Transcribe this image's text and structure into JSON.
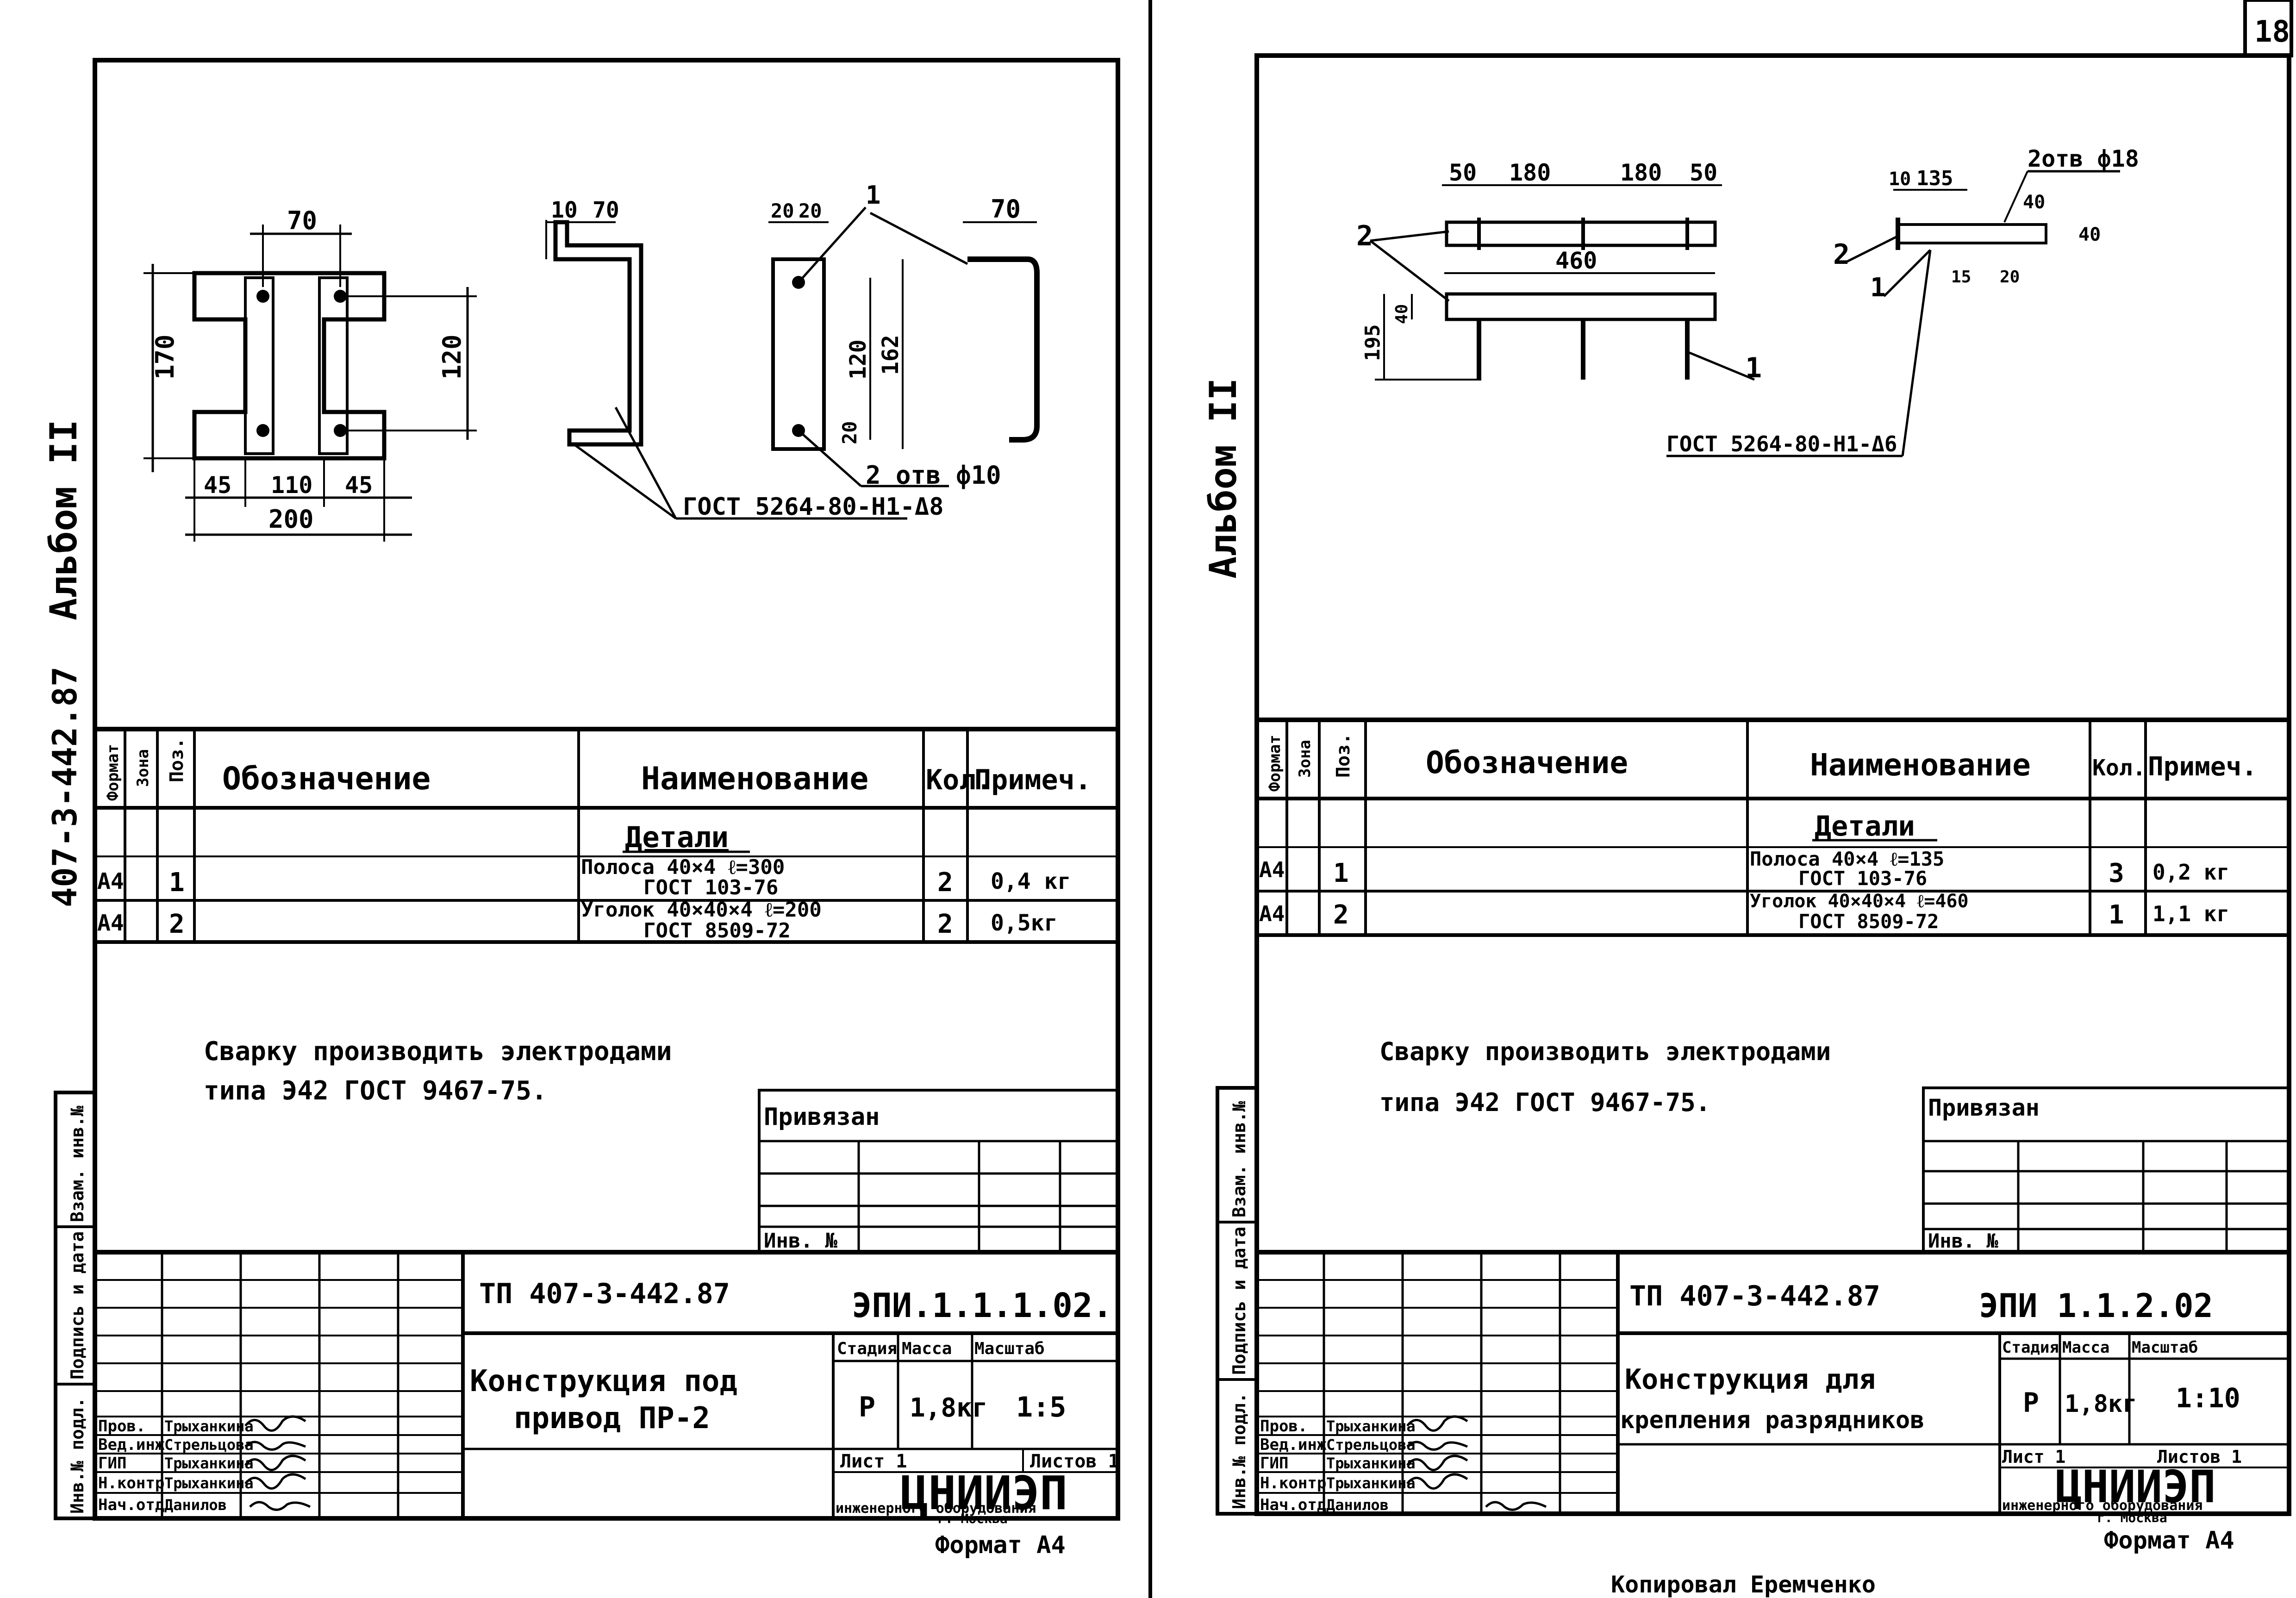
{
  "left_sheet": {
    "album_side": "Альбом II",
    "doc_side": "407-3-442.87",
    "dims": {
      "d70a": "70",
      "d170": "170",
      "d120": "120",
      "d45a": "45",
      "d110": "110",
      "d45b": "45",
      "d200": "200",
      "d10a": "10",
      "d70b": "70",
      "d20a": "20",
      "d20b": "20",
      "d120b": "120",
      "d162": "162",
      "d20c": "20",
      "d70c": "70",
      "pos1": "1"
    },
    "holes": "2 отв ф10",
    "gost_leader": "ГОСТ 5264-80-Н1-Δ8",
    "spec": {
      "hdr_format": "Формат",
      "hdr_zone": "Зона",
      "hdr_pos": "Поз.",
      "hdr_designation": "Обозначение",
      "hdr_name": "Наименование",
      "hdr_qty": "Кол.",
      "hdr_note": "Примеч.",
      "section": "Детали",
      "rows": [
        {
          "format": "А4",
          "pos": "1",
          "name": "Полоса 40×4 ℓ=300",
          "name2": "ГОСТ 103-76",
          "qty": "2",
          "note": "0,4 кг"
        },
        {
          "format": "А4",
          "pos": "2",
          "name": "Уголок 40×40×4 ℓ=200",
          "name2": "ГОСТ 8509-72",
          "qty": "2",
          "note": "0,5кг"
        }
      ]
    },
    "note_line1": "Сварку производить электродами",
    "note_line2": "типа Э42 ГОСТ 9467-75.",
    "privyazan": "Привязан",
    "inv_no": "Инв. №",
    "side_strip": [
      "Инв.№ подл.",
      "Подпись и дата",
      "Взам. инв.№"
    ],
    "title_block": {
      "project": "ТП 407-3-442.87",
      "code": "ЭПИ.1.1.1.02.",
      "title_line1": "Конструкция под",
      "title_line2": "привод ПР-2",
      "stage_hdr": "Стадия",
      "mass_hdr": "Масса",
      "scale_hdr": "Масштаб",
      "stage": "Р",
      "mass": "1,8кг",
      "scale": "1:5",
      "sheet": "Лист 1",
      "sheets": "Листов 1",
      "org": "ЦНИИЭП",
      "org_sub": "инженерного оборудования",
      "city": "г. Москва",
      "roles": [
        {
          "role": "Пров.",
          "name": "Трыханкина"
        },
        {
          "role": "Вед.инж",
          "name": "Стрельцова"
        },
        {
          "role": "ГИП",
          "name": "Трыханкина"
        },
        {
          "role": "Н.контр",
          "name": "Трыханкина"
        },
        {
          "role": "Нач.отд",
          "name": "Данилов"
        }
      ]
    },
    "format": "Формат А4"
  },
  "right_sheet": {
    "sheet_no": "18",
    "album_side": "Альбом II",
    "dims": {
      "d50a": "50",
      "d180a": "180",
      "d180b": "180",
      "d50b": "50",
      "d460": "460",
      "d195": "195",
      "d40v": "40",
      "d10": "10",
      "d135": "135",
      "d40h": "40",
      "d40b": "40",
      "d15": "15",
      "d20": "20",
      "pos2a": "2",
      "pos2b": "2",
      "pos1a": "1",
      "pos1b": "1"
    },
    "holes": "2отв ф18",
    "gost_leader": "ГОСТ 5264-80-Н1-Δ6",
    "spec": {
      "hdr_format": "Формат",
      "hdr_zone": "Зона",
      "hdr_pos": "Поз.",
      "hdr_designation": "Обозначение",
      "hdr_name": "Наименование",
      "hdr_qty": "Кол.",
      "hdr_note": "Примеч.",
      "section": "Детали",
      "rows": [
        {
          "format": "А4",
          "pos": "1",
          "name": "Полоса 40×4 ℓ=135",
          "name2": "ГОСТ 103-76",
          "qty": "3",
          "note": "0,2 кг"
        },
        {
          "format": "А4",
          "pos": "2",
          "name": "Уголок 40×40×4 ℓ=460",
          "name2": "ГОСТ 8509-72",
          "qty": "1",
          "note": "1,1 кг"
        }
      ]
    },
    "note_line1": "Сварку производить электродами",
    "note_line2": "типа Э42 ГОСТ 9467-75.",
    "privyazan": "Привязан",
    "inv_no": "Инв. №",
    "side_strip": [
      "Инв.№ подл.",
      "Подпись и дата",
      "Взам. инв.№"
    ],
    "title_block": {
      "project": "ТП 407-3-442.87",
      "code": "ЭПИ 1.1.2.02",
      "title_line1": "Конструкция для",
      "title_line2": "крепления разрядников",
      "stage_hdr": "Стадия",
      "mass_hdr": "Масса",
      "scale_hdr": "Масштаб",
      "stage": "Р",
      "mass": "1,8кг",
      "scale": "1:10",
      "sheet": "Лист 1",
      "sheets": "Листов 1",
      "org": "ЦНИИЭП",
      "org_sub": "инженерного оборудования",
      "city": "г. Москва",
      "roles": [
        {
          "role": "Пров.",
          "name": "Трыханкина"
        },
        {
          "role": "Вед.инж",
          "name": "Стрельцова"
        },
        {
          "role": "ГИП",
          "name": "Трыханкина"
        },
        {
          "role": "Н.контр",
          "name": "Трыханкина"
        },
        {
          "role": "Нач.отд",
          "name": "Данилов"
        }
      ]
    },
    "copied_by": "Копировал Еремченко",
    "format": "Формат А4"
  }
}
